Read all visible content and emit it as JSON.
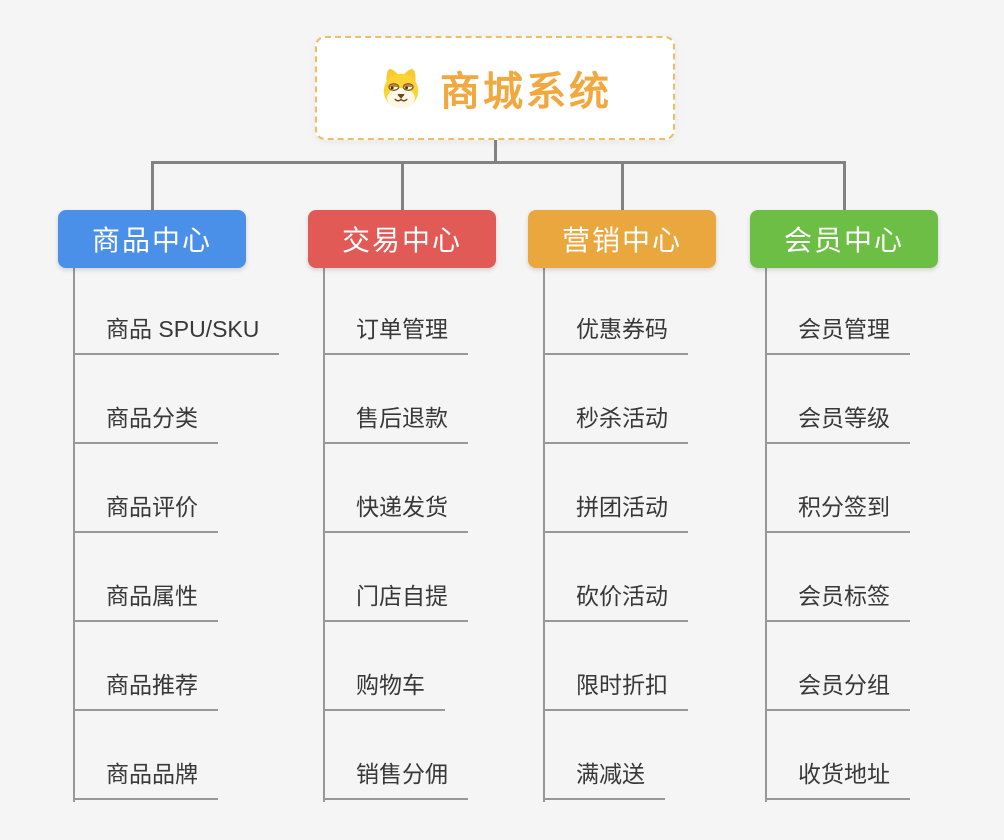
{
  "root": {
    "title": "商城系统",
    "icon": "shiba-dog-icon"
  },
  "branches": [
    {
      "id": "product-center",
      "label": "商品中心",
      "color": "#4A8FE8",
      "items": [
        "商品 SPU/SKU",
        "商品分类",
        "商品评价",
        "商品属性",
        "商品推荐",
        "商品品牌"
      ]
    },
    {
      "id": "trade-center",
      "label": "交易中心",
      "color": "#E25A56",
      "items": [
        "订单管理",
        "售后退款",
        "快递发货",
        "门店自提",
        "购物车",
        "销售分佣"
      ]
    },
    {
      "id": "marketing-center",
      "label": "营销中心",
      "color": "#EAA73E",
      "items": [
        "优惠券码",
        "秒杀活动",
        "拼团活动",
        "砍价活动",
        "限时折扣",
        "满减送"
      ]
    },
    {
      "id": "member-center",
      "label": "会员中心",
      "color": "#6DBE45",
      "items": [
        "会员管理",
        "会员等级",
        "积分签到",
        "会员标签",
        "会员分组",
        "收货地址"
      ]
    }
  ],
  "colors": {
    "background": "#F5F5F5",
    "connector": "#828282",
    "branch_line": "#989898",
    "item_text": "#383838",
    "root_title": "#F1A83F",
    "root_border": "#EFBE62",
    "root_background": "#FFFFFF",
    "branch_label_text": "#FFFFFF"
  }
}
